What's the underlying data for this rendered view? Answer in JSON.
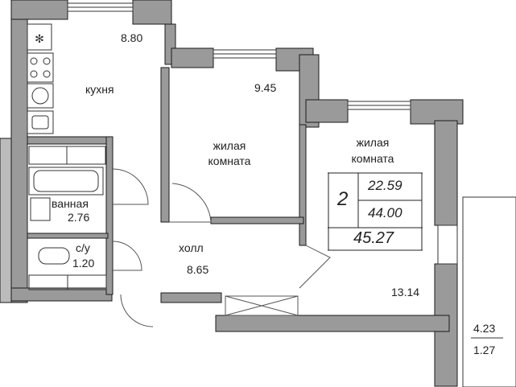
{
  "plan": {
    "rooms": {
      "kitchen": {
        "label": "кухня",
        "area": "8.80"
      },
      "living1": {
        "label_line1": "жилая",
        "label_line2": "комната",
        "area": "9.45"
      },
      "living2": {
        "label_line1": "жилая",
        "label_line2": "комната",
        "area": "13.14"
      },
      "bathroom": {
        "label": "ванная",
        "area": "2.76"
      },
      "wc": {
        "label": "с/у",
        "area": "1.20"
      },
      "hall": {
        "label": "холл",
        "area": "8.65"
      },
      "balcony": {
        "area_main": "4.23",
        "area_reduced": "1.27"
      }
    },
    "summary": {
      "rooms_count": "2",
      "living_area": "22.59",
      "total_area": "44.00",
      "total_with_balcony": "45.27"
    },
    "colors": {
      "wall": "#9a9a9a",
      "wall_outline": "#1a1a1a",
      "line": "#333333"
    }
  }
}
